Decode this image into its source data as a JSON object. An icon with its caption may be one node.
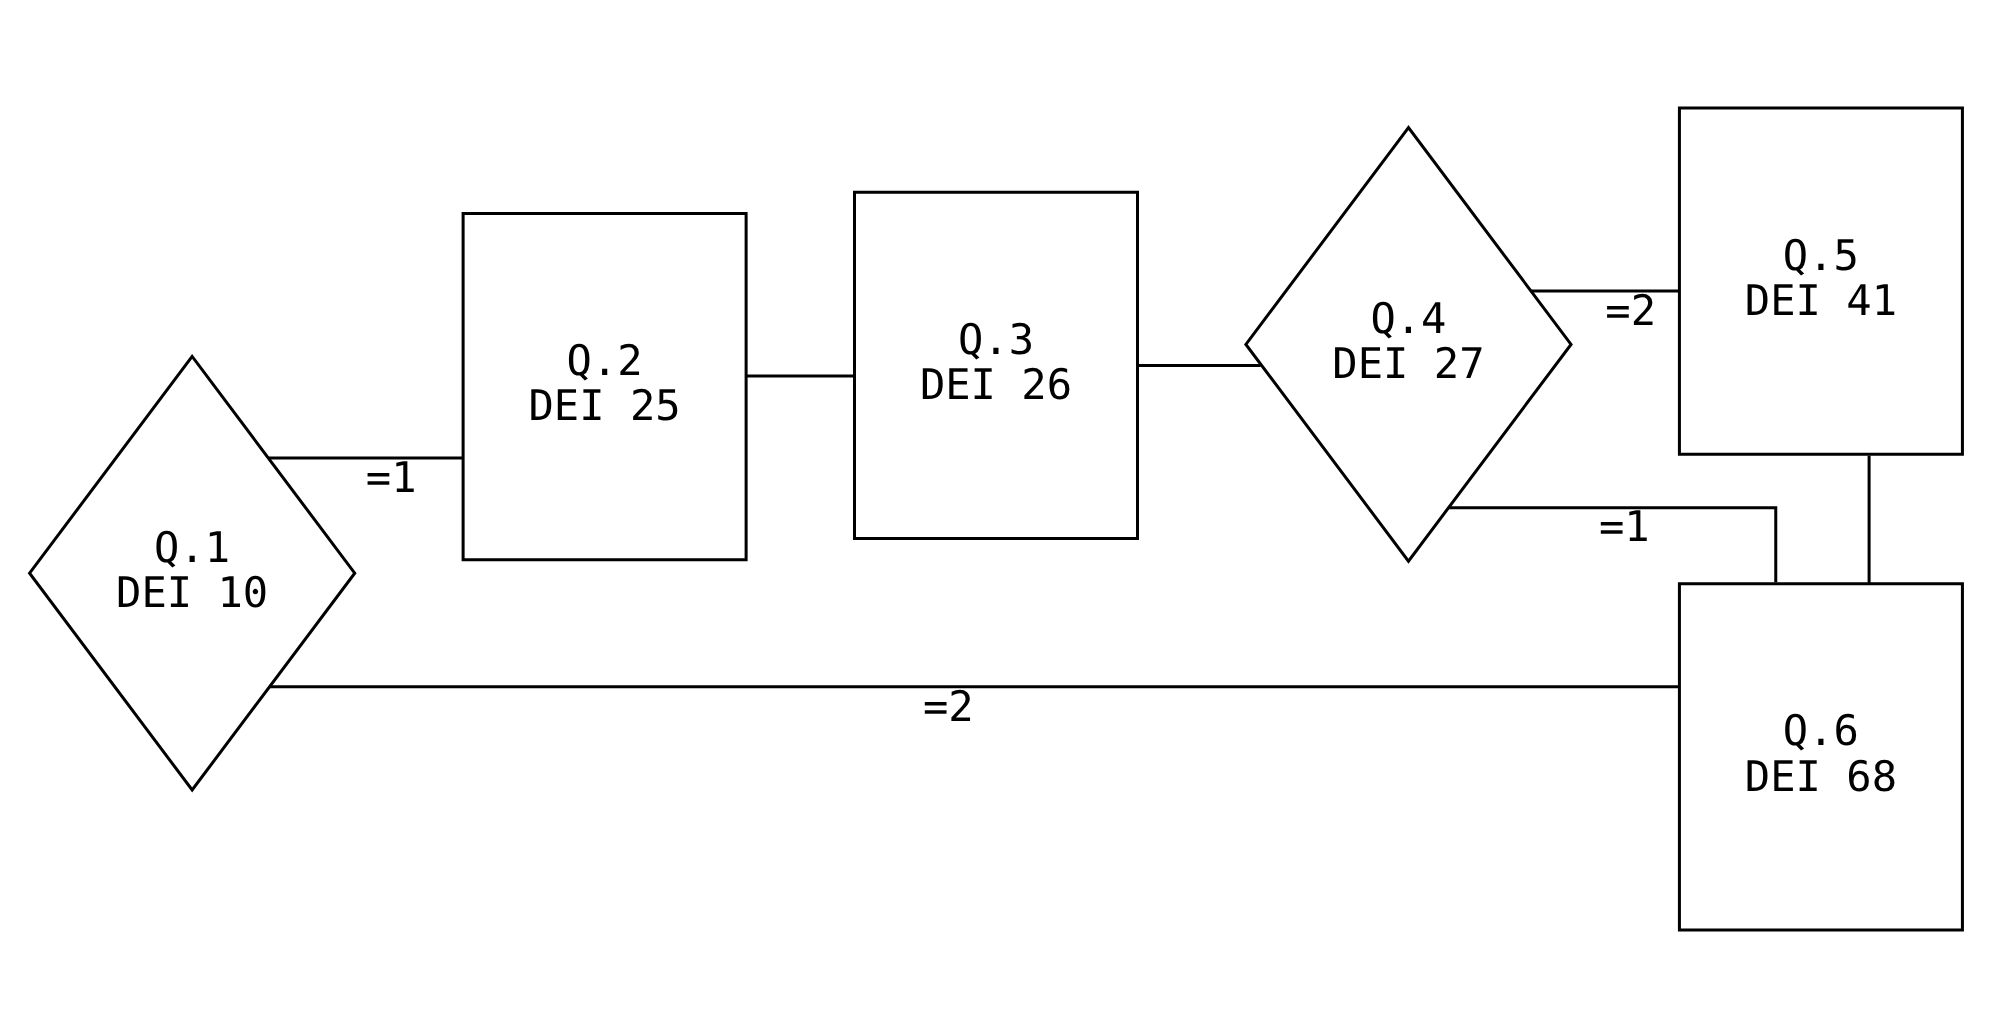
{
  "diagram": {
    "nodes": [
      {
        "text": [
          "Q.1",
          "DEI 10"
        ]
      },
      {
        "text": [
          "Q.2",
          "DEI 25"
        ]
      },
      {
        "text": [
          "Q.3",
          "DEI 26"
        ]
      },
      {
        "text": [
          "Q.4",
          "DEI 27"
        ]
      },
      {
        "text": [
          "Q.5",
          "DEI 41"
        ]
      },
      {
        "text": [
          "Q.6",
          "DEI 68"
        ]
      }
    ],
    "edges": [
      {
        "from": 0,
        "to": 1,
        "arrow": "none",
        "label": "=1"
      },
      {
        "from": 1,
        "to": 2,
        "arrow": "none"
      },
      {
        "from": 2,
        "to": 3,
        "arrow": "none"
      },
      {
        "from": 3,
        "to": 4,
        "arrow": "none",
        "label": "=2"
      },
      {
        "from": 4,
        "to": 5,
        "arrow": "none"
      },
      {
        "from": 0,
        "to": 5,
        "arrow": "none",
        "label": "=2"
      },
      {
        "from": 3,
        "to": 5,
        "arrow": "none",
        "label": "=1"
      }
    ]
  }
}
